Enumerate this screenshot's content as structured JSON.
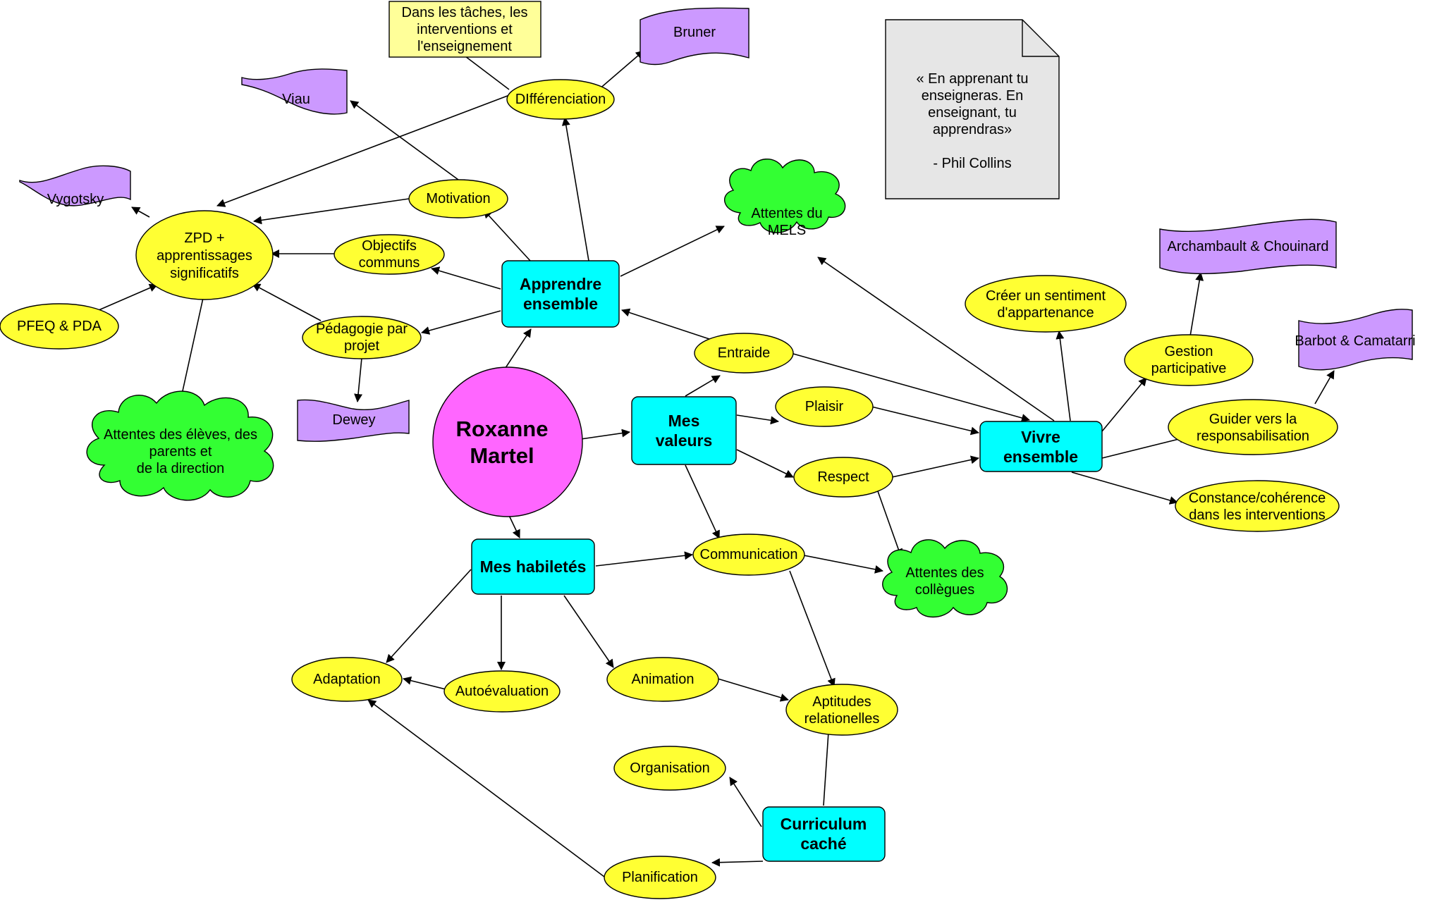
{
  "colors": {
    "center": "#ff66ff",
    "box": "#00ffff",
    "ellipse": "#ffff33",
    "cloud": "#33ff33",
    "flag": "#cc99ff",
    "note": "#ffff99",
    "doc": "#e6e6e6"
  },
  "nodes": {
    "roxanne": "Roxanne\nMartel",
    "apprendre": "Apprendre\nensemble",
    "valeurs": "Mes\nvaleurs",
    "habiletes": "Mes habiletés",
    "vivre": "Vivre\nensemble",
    "curriculum": "Curriculum\ncaché",
    "differenciation": "DIfférenciation",
    "motivation": "Motivation",
    "objectifs": "Objectifs\ncommuns",
    "pedagogie": "Pédagogie par\nprojet",
    "zpd": "ZPD +\napprentissages\nsignificatifs",
    "pfeq": "PFEQ & PDA",
    "entraide": "Entraide",
    "plaisir": "Plaisir",
    "respect": "Respect",
    "communication": "Communication",
    "sentiment": "Créer un sentiment\nd'appartenance",
    "gestion": "Gestion\nparticipative",
    "guider": "Guider vers la\nresponsabilisation",
    "constance": "Constance/cohérence\ndans les interventions",
    "adaptation": "Adaptation",
    "autoevaluation": "Autoévaluation",
    "animation": "Animation",
    "aptitudes": "Aptitudes\nrelationelles",
    "organisation": "Organisation",
    "planification": "Planification",
    "attentes_mels": "Attentes du\nMELS",
    "attentes_eleves": "Attentes des élèves, des\nparents et\nde la direction",
    "attentes_collegues": "Attentes des\ncollègues",
    "bruner": "Bruner",
    "viau": "Viau",
    "vygotsky": "Vygotsky",
    "dewey": "Dewey",
    "archambault": "Archambault & Chouinard",
    "barbot": "Barbot & Camatarri",
    "note_diff": "Dans les tâches, les\ninterventions et\nl'enseignement",
    "quote": "« En apprenant tu\nenseigneras. En\nenseignant, tu\napprendras»\n\n- Phil Collins"
  }
}
